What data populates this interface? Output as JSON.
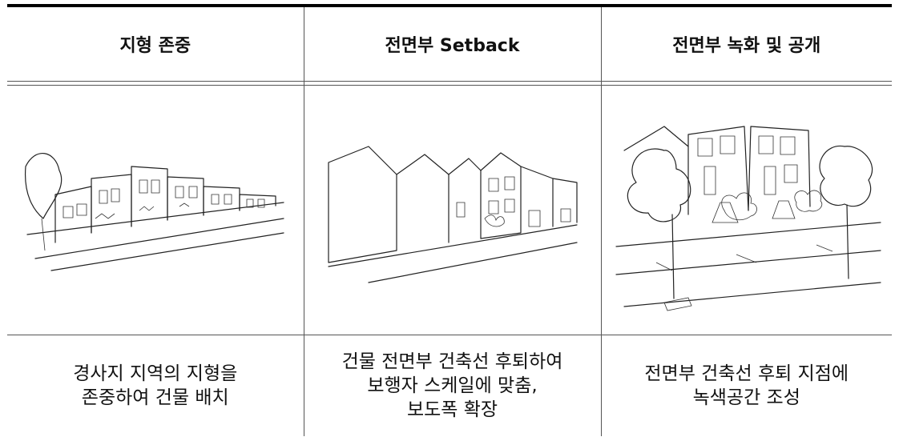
{
  "headers": [
    {
      "label": "지형 존중"
    },
    {
      "label": "전면부 Setback"
    },
    {
      "label": "전면부 녹화 및 공개"
    }
  ],
  "captions": [
    {
      "lines": [
        "경사지 지역의 지형을",
        "존중하여 건물 배치"
      ]
    },
    {
      "lines": [
        "건물 전면부 건축선 후퇴하여",
        "보행자 스케일에 맞춤,",
        "보도폭 확장"
      ]
    },
    {
      "lines": [
        "전면부 건축선 후퇴 지점에",
        "녹색공간 조성"
      ]
    }
  ]
}
